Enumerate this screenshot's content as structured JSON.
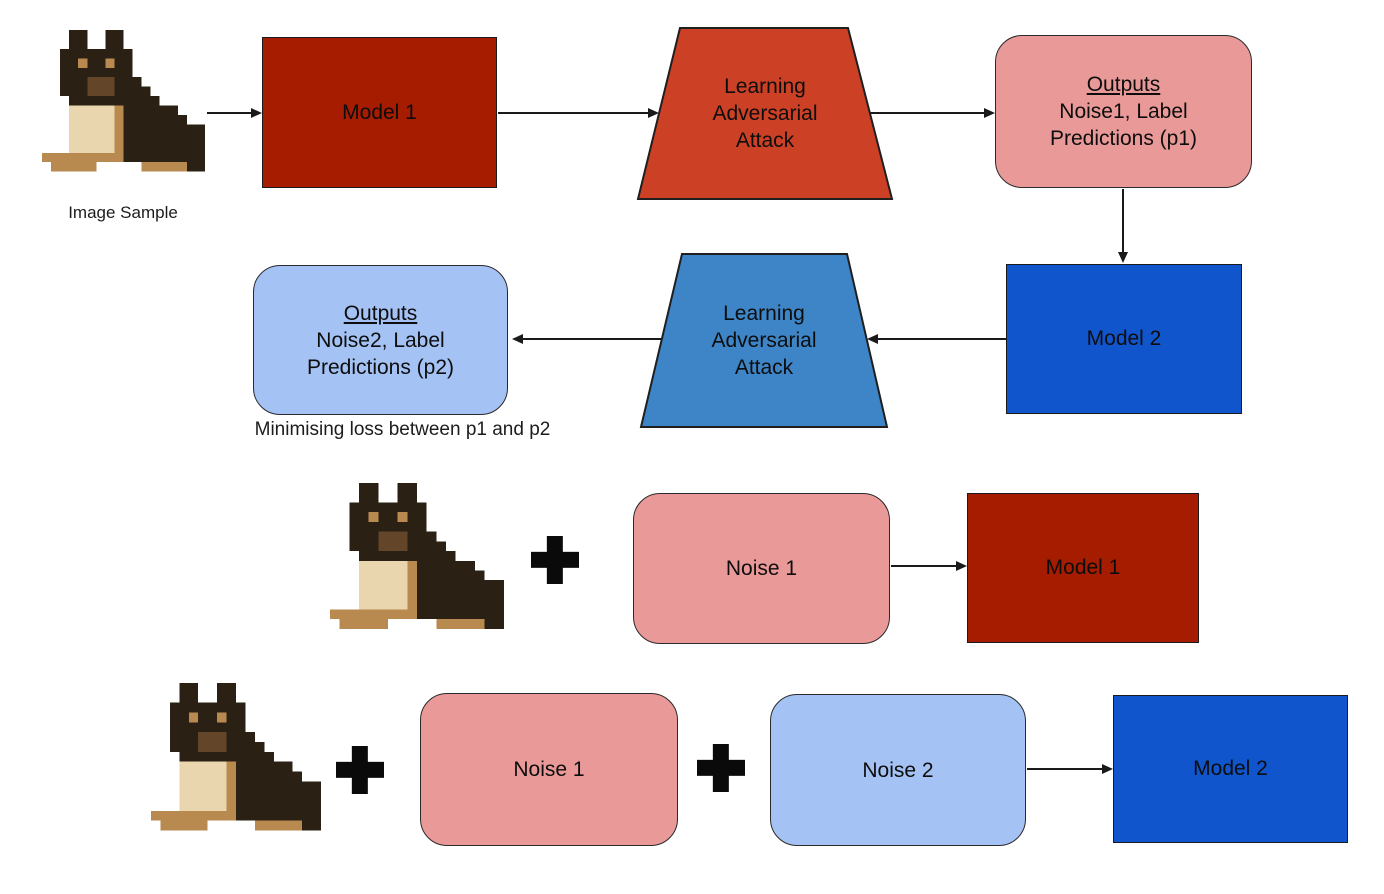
{
  "row1": {
    "image_label": "Image Sample",
    "model1_label": "Model 1",
    "attack_label": "Learning Adversarial Attack",
    "outputs": {
      "heading": "Outputs",
      "line1": "Noise1, Label",
      "line2": "Predictions (p1)"
    }
  },
  "row2": {
    "model2_label": "Model 2",
    "attack_label": "Learning Adversarial Attack",
    "outputs": {
      "heading": "Outputs",
      "line1": "Noise2, Label",
      "line2": "Predictions (p2)"
    },
    "caption": "Minimising loss between p1 and p2"
  },
  "row3": {
    "noise1_label": "Noise 1",
    "model1_label": "Model 1"
  },
  "row4": {
    "noise1_label": "Noise 1",
    "noise2_label": "Noise 2",
    "model2_label": "Model 2"
  },
  "colors": {
    "model1": "#a61c00",
    "model2": "#1155cc",
    "attack1": "#cc4125",
    "attack2": "#3d85c6",
    "noise1": "#ea9999",
    "noise2": "#a4c2f4",
    "arrow": "#1a1a1a"
  }
}
